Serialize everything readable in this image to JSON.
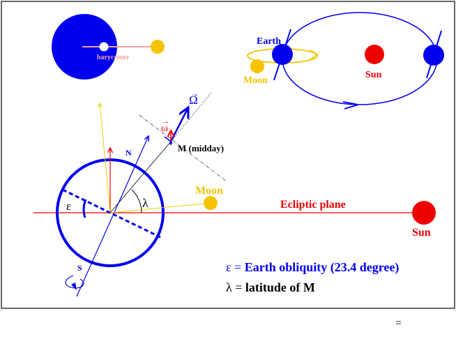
{
  "labels": {
    "barycenter": "barycenter",
    "earth": "Earth",
    "moon_orbit": "Moon",
    "sun_orbit": "Sun",
    "omega_big": "Ω",
    "omega_small": "ω",
    "north": "N",
    "south": "S",
    "midday": "M (midday)",
    "lambda": "λ",
    "epsilon": "ε",
    "moon_main": "Moon",
    "ecliptic": "Ecliptic plane",
    "sun_main": "Sun",
    "stray_symbol": "="
  },
  "legend": {
    "eps_symbol": "ε",
    "eps_eq": " = ",
    "eps_text": "Earth obliquity (23.4 degree)",
    "lambda_symbol": "λ",
    "lambda_eq": " = ",
    "lambda_text": "latitude of M"
  },
  "colors": {
    "earth_blue": "#0000ee",
    "moon_gold": "#f5c400",
    "sun_red": "#ee0000",
    "pale_line": "#f5a0a0",
    "black": "#000000",
    "yellow_line": "#ebd100"
  }
}
